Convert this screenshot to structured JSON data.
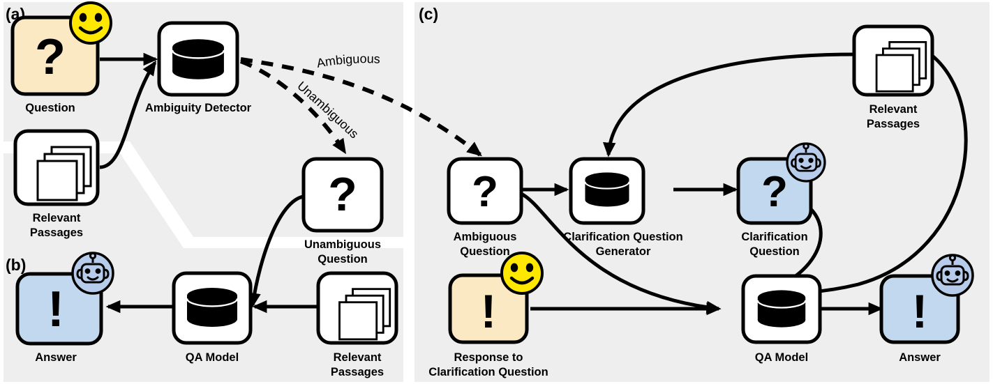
{
  "figure": {
    "title": "Ambiguity detection and clarification question QA pipeline",
    "background_color": "#ffffff",
    "panel_background_color": "#eeeeee"
  },
  "colors": {
    "panel_gray": "#eeeeee",
    "question_cream": "#fbe9c4",
    "answer_blue": "#c2d8ee",
    "smiley_yellow": "#ffe800",
    "robot_blue": "#b7ccea",
    "outline_black": "#000000",
    "sheet_white": "#ffffff"
  },
  "panels": [
    {
      "id": "a",
      "label": "(a)"
    },
    {
      "id": "b",
      "label": "(b)"
    },
    {
      "id": "c",
      "label": "(c)"
    }
  ],
  "panel_a": {
    "label": "(a)",
    "nodes": [
      {
        "id": "question",
        "label": "Question",
        "glyph": "?",
        "style": "cream",
        "badge": "smiley-face-icon"
      },
      {
        "id": "relevant_passages",
        "label": "Relevant\nPassages",
        "label_line1": "Relevant",
        "label_line2": "Passages",
        "glyph": "page-stack-icon",
        "style": "white",
        "badge": "none"
      },
      {
        "id": "ambiguity_detector",
        "label": "Ambiguity Detector",
        "glyph": "database-cylinder-icon",
        "style": "white",
        "badge": "none"
      },
      {
        "id": "unambiguous_question",
        "label": "Unambiguous\nQuestion",
        "label_line1": "Unambiguous",
        "label_line2": "Question",
        "glyph": "?",
        "style": "white",
        "badge": "none"
      }
    ],
    "edges": [
      {
        "from": "question",
        "to": "ambiguity_detector",
        "label": "",
        "style": "solid"
      },
      {
        "from": "relevant_passages",
        "to": "ambiguity_detector",
        "label": "",
        "style": "solid"
      },
      {
        "from": "ambiguity_detector",
        "to": "panel_c",
        "label": "Ambiguous",
        "style": "dashed"
      },
      {
        "from": "ambiguity_detector",
        "to": "unambiguous_question",
        "label": "Unambiguous",
        "style": "dashed"
      }
    ]
  },
  "panel_b": {
    "label": "(b)",
    "nodes": [
      {
        "id": "answer",
        "label": "Answer",
        "glyph": "!",
        "style": "blue",
        "badge": "robot-face-icon"
      },
      {
        "id": "qa_model",
        "label": "QA Model",
        "glyph": "database-cylinder-icon",
        "style": "white",
        "badge": "none"
      },
      {
        "id": "relevant_passages_b",
        "label": "Relevant\nPassages",
        "label_line1": "Relevant",
        "label_line2": "Passages",
        "glyph": "page-stack-icon",
        "style": "white",
        "badge": "none"
      }
    ],
    "edges": [
      {
        "from": "relevant_passages_b",
        "to": "qa_model",
        "label": "",
        "style": "solid"
      },
      {
        "from": "unambiguous_question",
        "to": "qa_model",
        "label": "",
        "style": "solid"
      },
      {
        "from": "qa_model",
        "to": "answer",
        "label": "",
        "style": "solid"
      }
    ]
  },
  "panel_c": {
    "label": "(c)",
    "nodes": [
      {
        "id": "ambiguous_question",
        "label": "Ambiguous\nQuestion",
        "label_line1": "Ambiguous",
        "label_line2": "Question",
        "glyph": "?",
        "style": "white",
        "badge": "none"
      },
      {
        "id": "clarification_question_generator",
        "label": "Clarification Question\nGenerator",
        "label_line1": "Clarification Question",
        "label_line2": "Generator",
        "glyph": "database-cylinder-icon",
        "style": "white",
        "badge": "none"
      },
      {
        "id": "clarification_question",
        "label": "Clarification\nQuestion",
        "label_line1": "Clarification",
        "label_line2": "Question",
        "glyph": "?",
        "style": "blue",
        "badge": "robot-face-icon"
      },
      {
        "id": "relevant_passages_c",
        "label": "Relevant\nPassages",
        "label_line1": "Relevant",
        "label_line2": "Passages",
        "glyph": "page-stack-icon",
        "style": "white",
        "badge": "none"
      },
      {
        "id": "response_to_clarification_question",
        "label": "Response to\nClarification Question",
        "label_line1": "Response to",
        "label_line2": "Clarification Question",
        "glyph": "!",
        "style": "cream",
        "badge": "smiley-face-icon"
      },
      {
        "id": "qa_model_c",
        "label": "QA Model",
        "glyph": "database-cylinder-icon",
        "style": "white",
        "badge": "none"
      },
      {
        "id": "answer_c",
        "label": "Answer",
        "glyph": "!",
        "style": "blue",
        "badge": "robot-face-icon"
      }
    ],
    "edges": [
      {
        "from": "ambiguity_detector",
        "to": "ambiguous_question",
        "label": "Ambiguous",
        "style": "dashed"
      },
      {
        "from": "ambiguous_question",
        "to": "clarification_question_generator",
        "label": "",
        "style": "solid"
      },
      {
        "from": "relevant_passages_c",
        "to": "clarification_question_generator",
        "label": "",
        "style": "solid"
      },
      {
        "from": "clarification_question_generator",
        "to": "clarification_question",
        "label": "",
        "style": "solid"
      },
      {
        "from": "ambiguous_question",
        "to": "qa_model_c",
        "label": "",
        "style": "solid"
      },
      {
        "from": "clarification_question",
        "to": "qa_model_c",
        "label": "",
        "style": "solid"
      },
      {
        "from": "relevant_passages_c",
        "to": "qa_model_c",
        "label": "",
        "style": "solid"
      },
      {
        "from": "response_to_clarification_question",
        "to": "qa_model_c",
        "label": "",
        "style": "solid"
      },
      {
        "from": "qa_model_c",
        "to": "answer_c",
        "label": "",
        "style": "solid"
      }
    ]
  },
  "icons": {
    "smiley": "smiley-face-icon",
    "robot": "robot-face-icon",
    "cylinder": "database-cylinder-icon",
    "pages": "page-stack-icon",
    "question_mark": "question-mark-glyph",
    "exclamation_mark": "exclamation-mark-glyph"
  }
}
